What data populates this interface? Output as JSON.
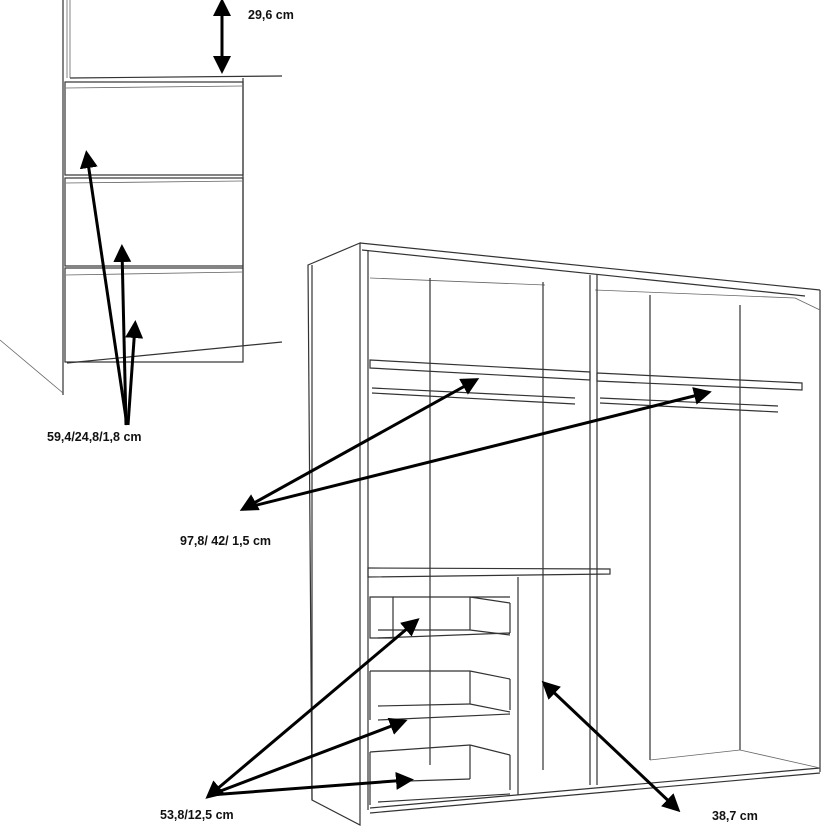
{
  "labels": {
    "top_panel_height": "29,6 cm",
    "drawer_fronts": "59,4/24,8/1,8 cm",
    "shelves": "97,8/ 42/ 1,5 cm",
    "drawers": "53,8/12,5 cm",
    "compartment_width": "38,7 cm"
  },
  "colors": {
    "line": "#333333",
    "arrow": "#000000"
  }
}
